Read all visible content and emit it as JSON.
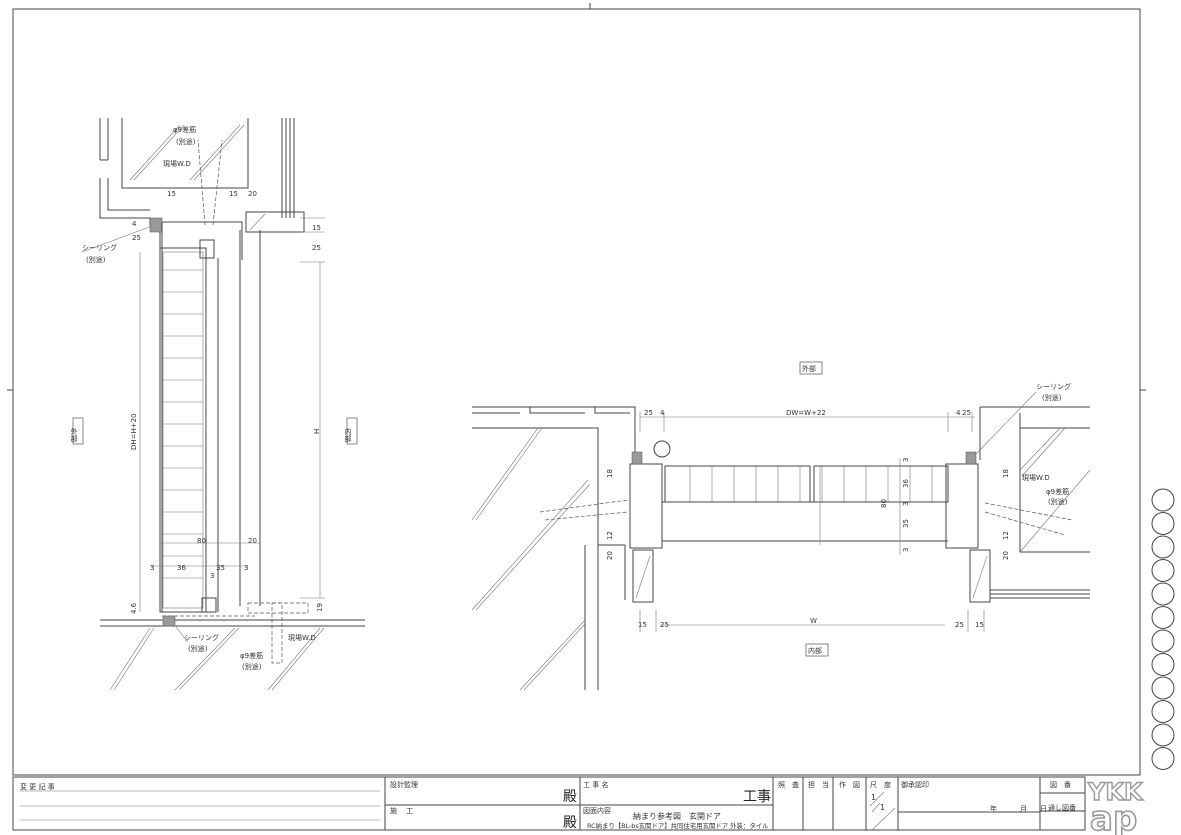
{
  "vertical_section": {
    "rebar_label": "φ9差筋",
    "separate_label": "(別途)",
    "field_wd_label": "現場W.D",
    "sealing_label": "シーリング",
    "exterior_label": "外部",
    "interior_label": "内部",
    "dims": {
      "d15a": "15",
      "d15b": "15",
      "d20": "20",
      "d15v": "15",
      "d25v": "25",
      "d4": "4",
      "d25": "25",
      "dhh": "DH=H+20",
      "h": "H",
      "d80": "80",
      "d20b": "20",
      "d3a": "3",
      "d36": "36",
      "d35": "35",
      "d3b": "3",
      "d3c": "3",
      "d46": "4.6",
      "d19": "19"
    }
  },
  "horizontal_section": {
    "exterior_label": "外部",
    "interior_label": "内部",
    "sealing_label": "シーリング",
    "separate_label": "(別途)",
    "field_wd_label": "現場W.D",
    "rebar_label": "φ9差筋",
    "dims": {
      "dw": "DW=W+22",
      "l25": "25",
      "l4": "4",
      "r4": "4",
      "r25": "25",
      "l18": "18",
      "r18": "18",
      "l12": "12",
      "r12": "12",
      "l20": "20",
      "r20": "20",
      "t3a": "3",
      "t36": "36",
      "t3b": "3",
      "t35": "35",
      "t3c": "3",
      "t80": "80",
      "w": "W",
      "b15l": "15",
      "b25l": "25",
      "b25r": "25",
      "b15r": "15"
    }
  },
  "title_block": {
    "change_record": "変 更 記 事",
    "design_supervision": "設計監理",
    "honorific1": "殿",
    "construction": "施　 工",
    "honorific2": "殿",
    "project_name_label": "工 事 名",
    "project_suffix": "工事",
    "drawing_content_label": "図面内容",
    "drawing_title": "納まり参考図　玄関ドア",
    "drawing_subtitle": "RC納まり【BL-bs玄関ドア】共同住宅用玄関ドア 外装：タイル",
    "check": "照　査",
    "in_charge": "担　当",
    "drafted": "作　図",
    "scale_label": "尺　度",
    "scale_num": "1",
    "scale_den": "1",
    "approval": "御承認印",
    "year": "年",
    "month": "月",
    "day": "日",
    "drawing_no": "図　番",
    "serial_no": "通し図番"
  },
  "logo": {
    "top": "YKK",
    "bottom": "ap"
  }
}
